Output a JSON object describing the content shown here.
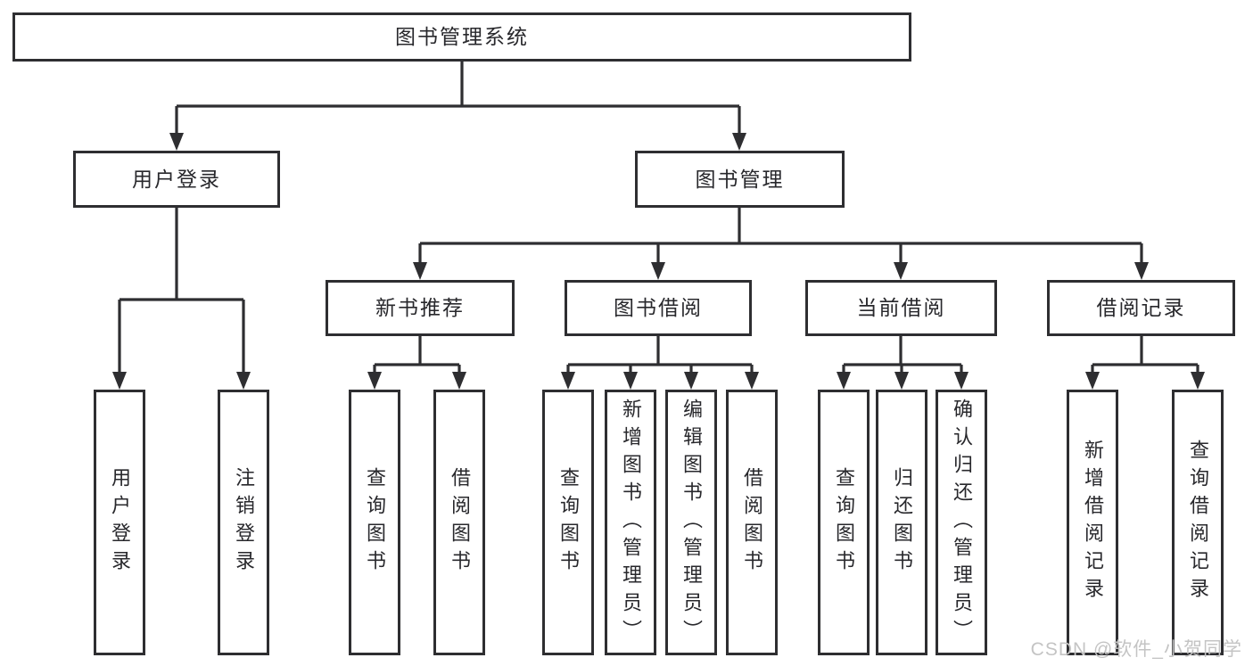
{
  "colors": {
    "line": "#2e2e31",
    "ink": "#28282c",
    "watermark": "#c4c4c4",
    "background": "#ffffff"
  },
  "tree": {
    "label": "图书管理系统",
    "children": [
      {
        "label": "用户登录",
        "children": [
          {
            "label": "用户登录"
          },
          {
            "label": "注销登录"
          }
        ]
      },
      {
        "label": "图书管理",
        "children": [
          {
            "label": "新书推荐",
            "children": [
              {
                "label": "查询图书"
              },
              {
                "label": "借阅图书"
              }
            ]
          },
          {
            "label": "图书借阅",
            "children": [
              {
                "label": "查询图书"
              },
              {
                "label": "新增图书（管理员）"
              },
              {
                "label": "编辑图书（管理员）"
              },
              {
                "label": "借阅图书"
              }
            ]
          },
          {
            "label": "当前借阅",
            "children": [
              {
                "label": "查询图书"
              },
              {
                "label": "归还图书"
              },
              {
                "label": "确认归还（管理员）"
              }
            ]
          },
          {
            "label": "借阅记录",
            "children": [
              {
                "label": "新增借阅记录"
              },
              {
                "label": "查询借阅记录"
              }
            ]
          }
        ]
      }
    ]
  },
  "watermark": {
    "text": "CSDN @软件_小贺同学"
  }
}
